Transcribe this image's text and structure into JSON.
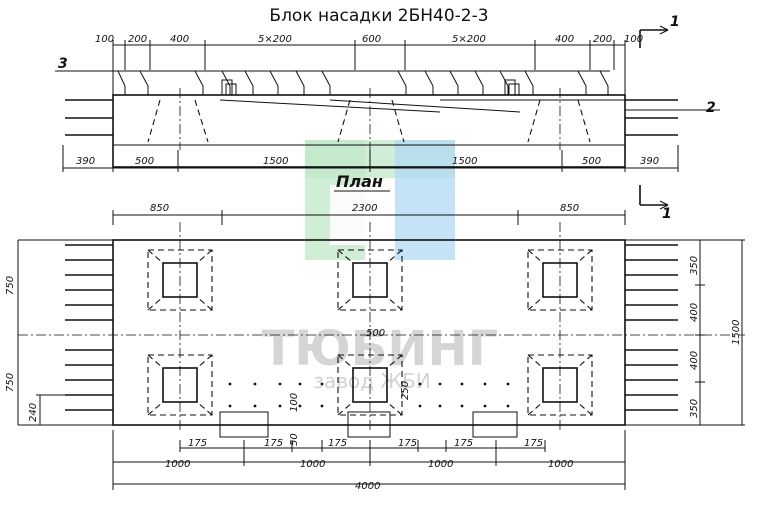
{
  "title": "Блок насадки 2БН40-2-3",
  "section_marks": {
    "top": "1",
    "bottom": "1"
  },
  "callouts": {
    "left": "3",
    "right": "2"
  },
  "plan_label": "План",
  "watermark": {
    "brand": "ТЮБИНГ",
    "sub": "завод ЖБИ"
  },
  "elevation": {
    "top_dims": [
      "100",
      "200",
      "400",
      "5×200",
      "600",
      "5×200",
      "400",
      "200",
      "100"
    ],
    "bottom_dims": [
      "390",
      "500",
      "1500",
      "1500",
      "500",
      "390"
    ]
  },
  "plan": {
    "top_dims": [
      "850",
      "2300",
      "850"
    ],
    "left_dims": [
      "750",
      "750",
      "240"
    ],
    "right_dims": [
      "350",
      "400",
      "400",
      "350"
    ],
    "right_total": "1500",
    "center_dim": "500",
    "socket_dims": [
      "250",
      "100",
      "50"
    ],
    "bottom_small": [
      "175",
      "175",
      "175",
      "175",
      "175",
      "175"
    ],
    "bottom_dims": [
      "1000",
      "1000",
      "1000",
      "1000"
    ],
    "total": "4000"
  },
  "colors": {
    "ink": "#111111",
    "logo_green": "#b9e6c3",
    "logo_blue": "#a9d7f1",
    "logo_grey": "#c8c8c8"
  }
}
